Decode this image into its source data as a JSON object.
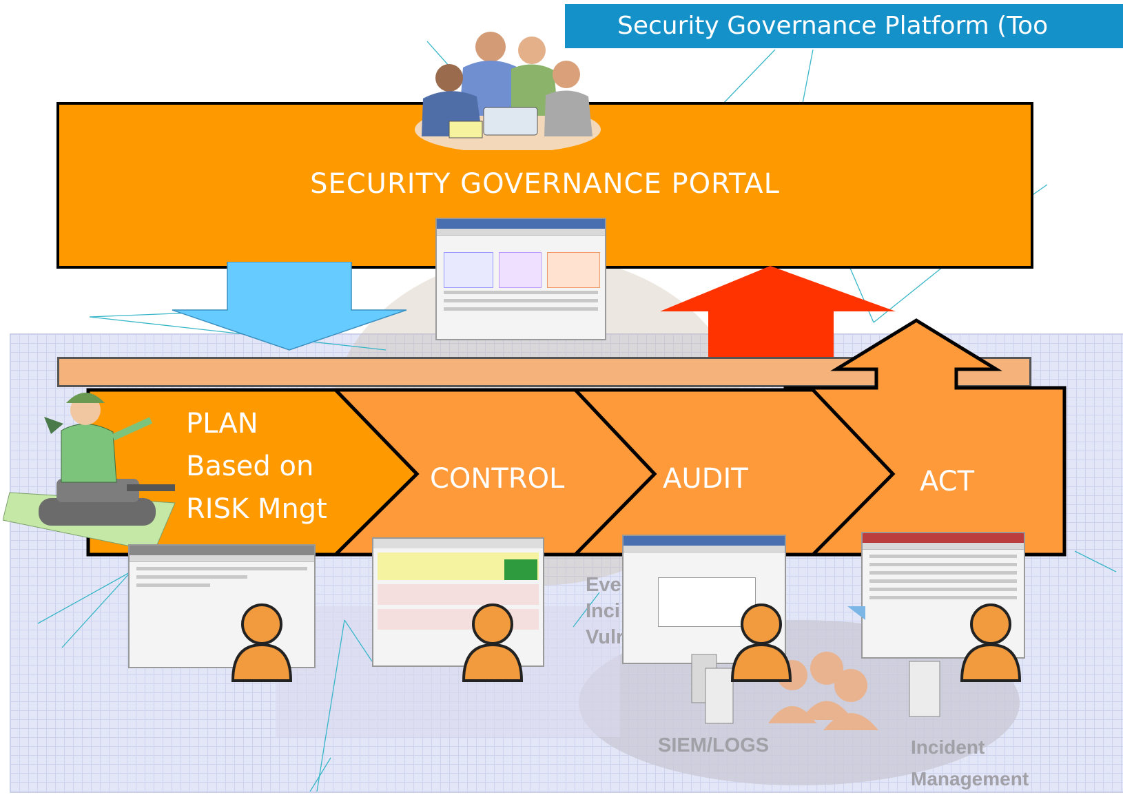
{
  "banner": {
    "text": "Security Governance Platform (Too"
  },
  "portal": {
    "title": "SECURITY GOVERNANCE PORTAL"
  },
  "phases": [
    {
      "lines": [
        "PLAN",
        "Based on",
        "RISK Mngt"
      ]
    },
    {
      "lines": [
        "CONTROL"
      ]
    },
    {
      "lines": [
        "AUDIT"
      ]
    },
    {
      "lines": [
        "ACT"
      ]
    }
  ],
  "background_labels": {
    "partial_lines": [
      "Eve",
      "Inci",
      "Vulr"
    ],
    "siem": "SIEM/LOGS",
    "incident": [
      "Incident",
      "Management"
    ]
  },
  "colors": {
    "banner_blue": "#1591c9",
    "portal_orange": "#ff9900",
    "phase_orange": "#fe9a3a",
    "down_arrow_blue": "#66ccff",
    "up_arrow_red": "#ff3300",
    "grid_lavender": "#e3e6f7"
  },
  "icons": [
    "team-clipart-icon",
    "soldier-tank-clipart-icon",
    "user-icon",
    "server-icon",
    "people-group-icon"
  ]
}
